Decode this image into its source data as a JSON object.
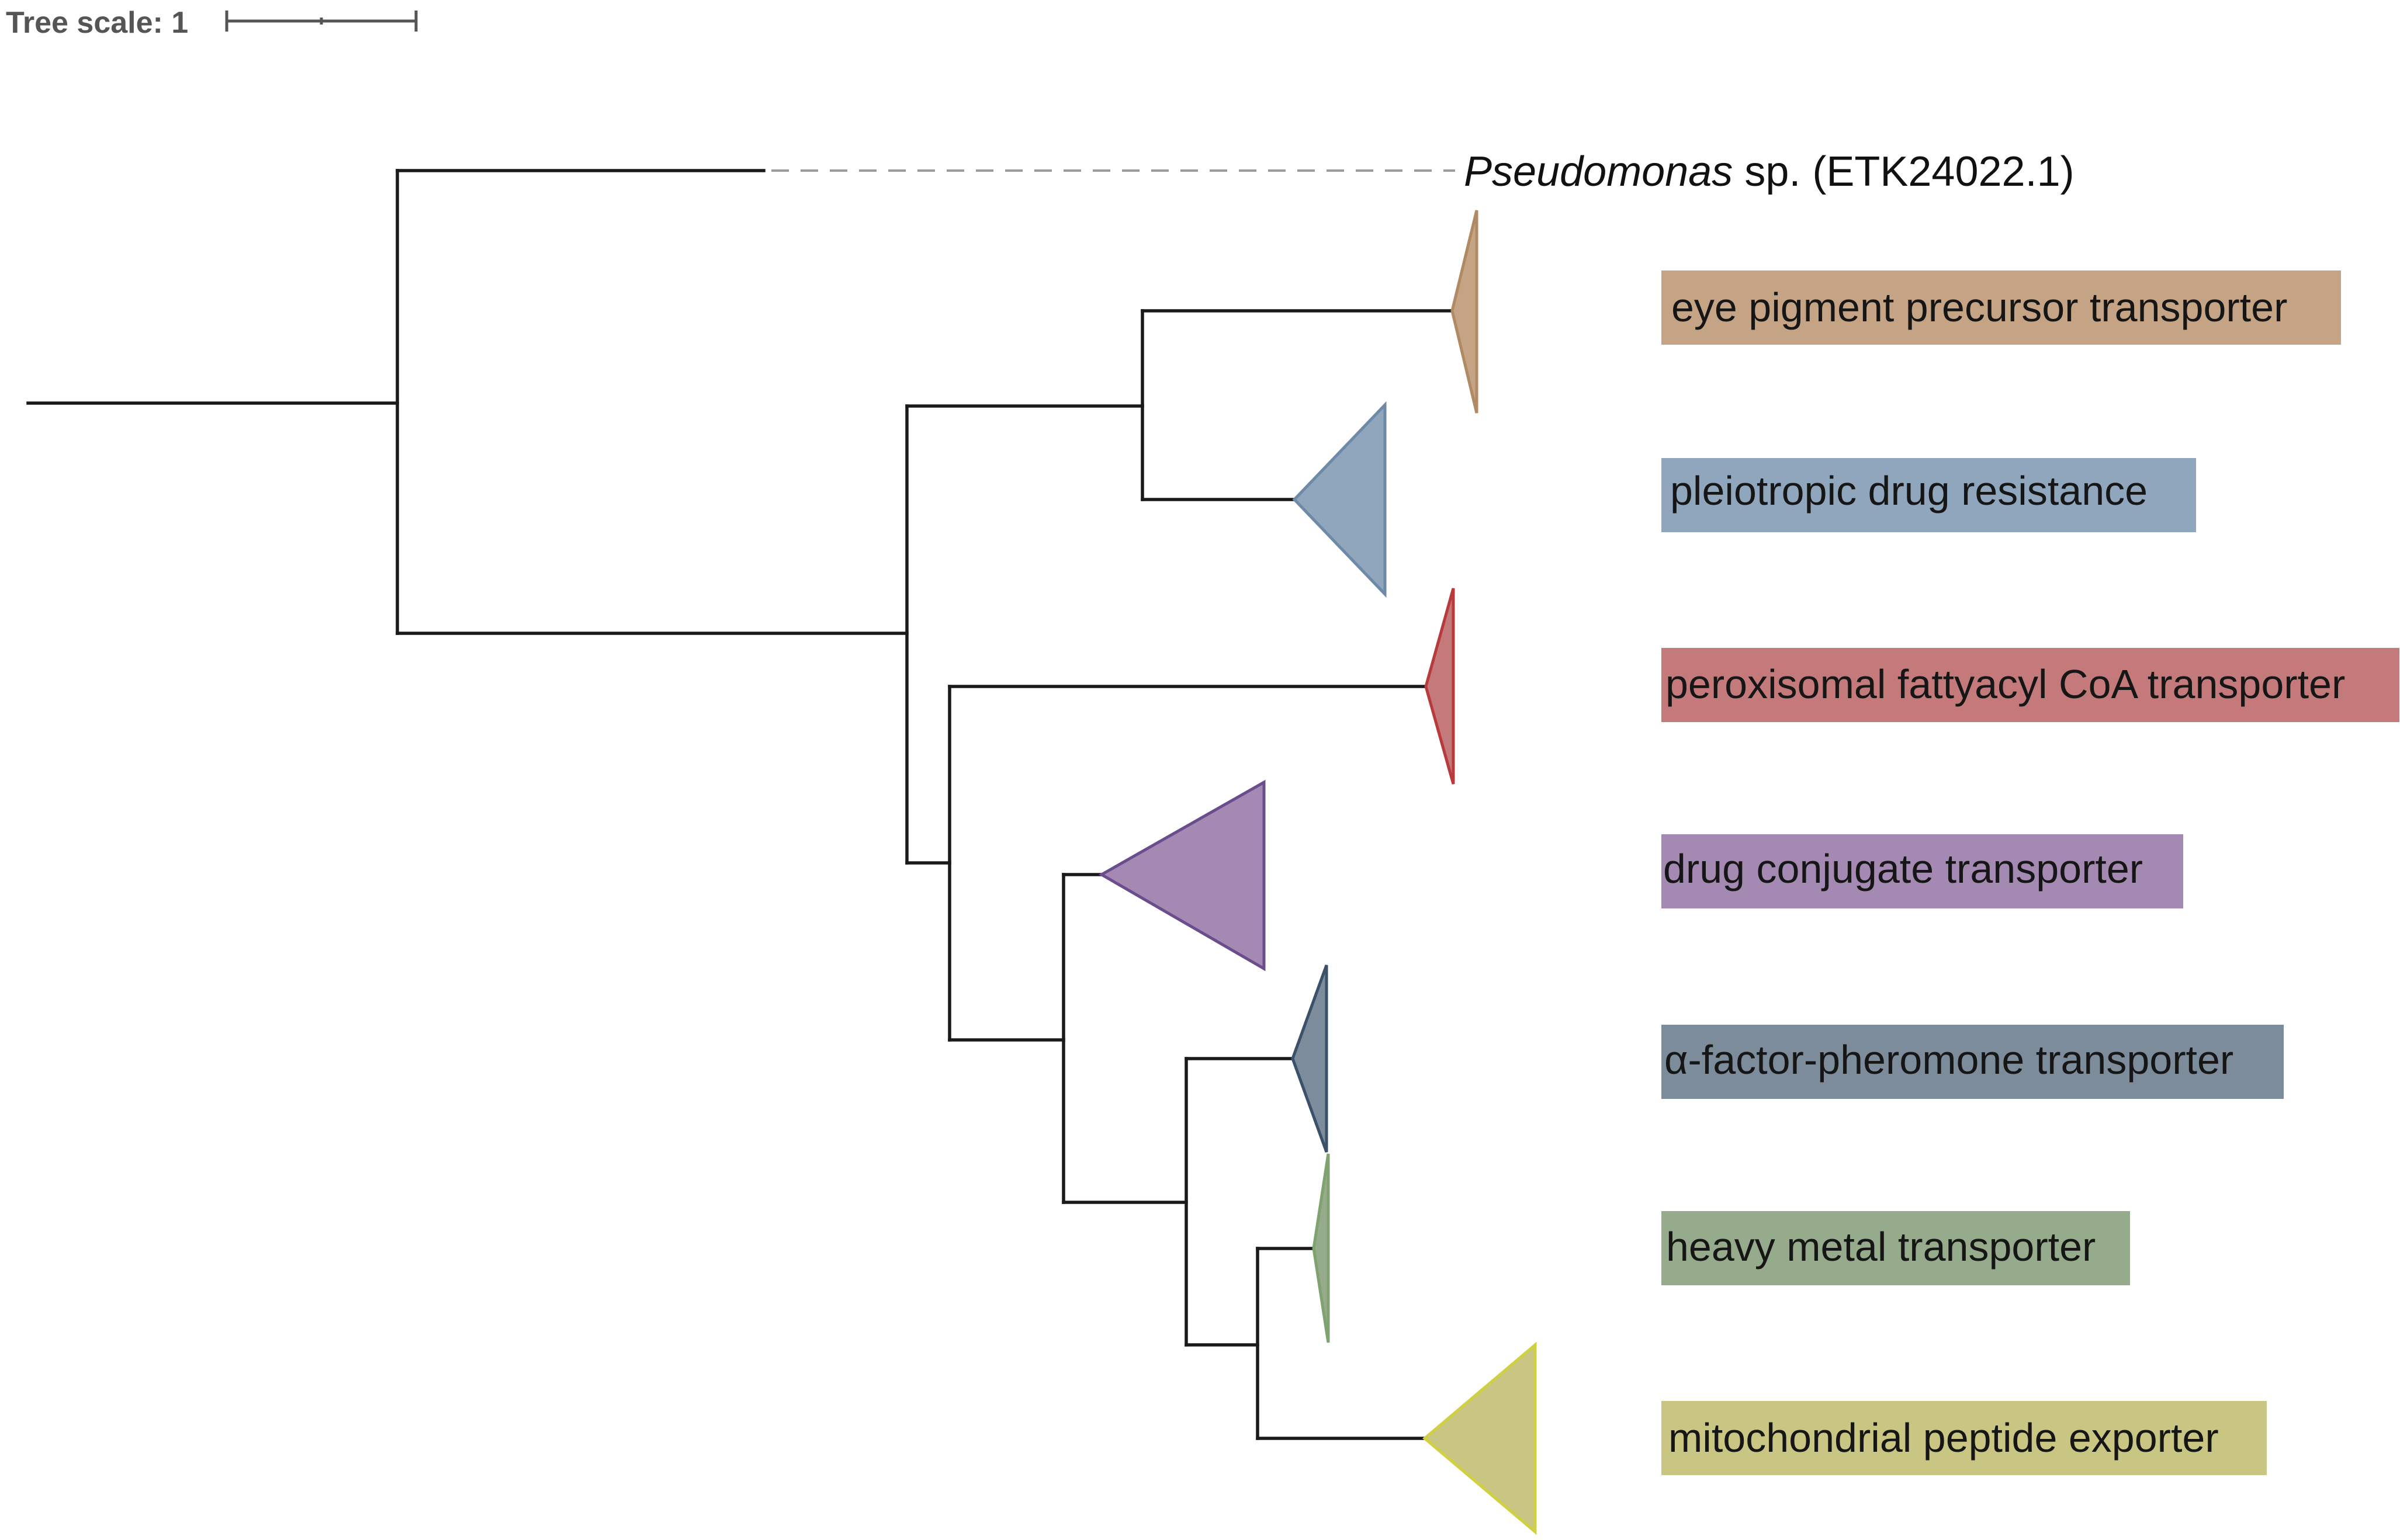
{
  "scale": {
    "label": "Tree scale: 1"
  },
  "leaf": {
    "genus": "Pseudomonas",
    "rest": " sp. (ETK24022.1)"
  },
  "clades": [
    {
      "label": "eye pigment precursor transporter",
      "color": "#c4a484",
      "stroke": "#b08a63"
    },
    {
      "label": "pleiotropic drug resistance",
      "color": "#8fa6bd",
      "stroke": "#6e8aa6"
    },
    {
      "label": "peroxisomal fattyacyl CoA transporter",
      "color": "#c47a7a",
      "stroke": "#b83a3a"
    },
    {
      "label": "drug conjugate transporter",
      "color": "#a48ab3",
      "stroke": "#6a4d8c"
    },
    {
      "label": "α-factor-pheromone transporter",
      "color": "#7d8c9a",
      "stroke": "#3b5069"
    },
    {
      "label": "heavy metal transporter",
      "color": "#95ab8b",
      "stroke": "#7ea36f"
    },
    {
      "label": "mitochondrial peptide exporter",
      "color": "#c9c683",
      "stroke": "#d1d043"
    }
  ]
}
